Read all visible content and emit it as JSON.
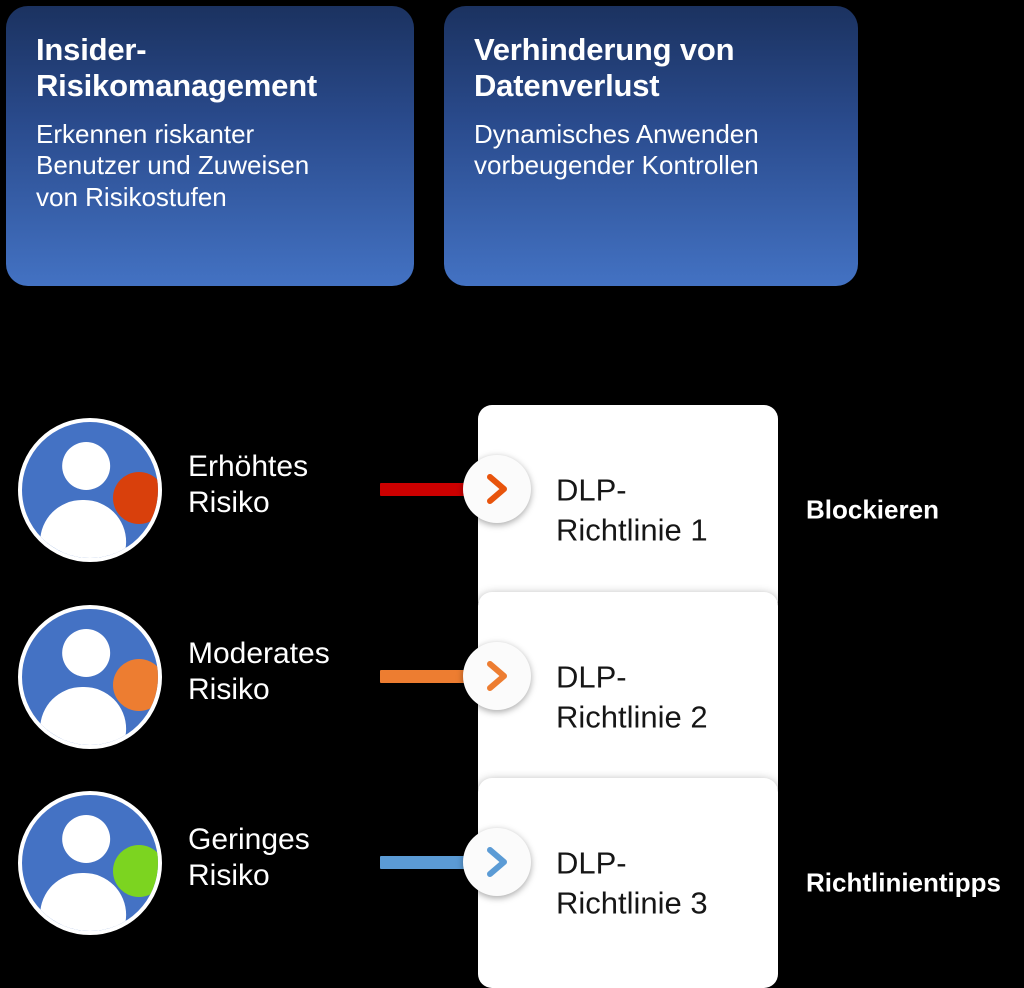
{
  "background_color": "#000000",
  "feature_cards": [
    {
      "id": "insider-risk-management",
      "title": "Insider-\nRisikomanagement",
      "description": "Erkennen riskanter\nBenutzer und Zuweisen\nvon Risikostufen",
      "gradient_top": "#1b3260",
      "gradient_bottom": "#4372c3"
    },
    {
      "id": "data-loss-prevention",
      "title": "Verhinderung von\nDatenverlust",
      "description": "Dynamisches Anwenden\nvorbeugender Kontrollen",
      "gradient_top": "#1b3260",
      "gradient_bottom": "#4372c3"
    }
  ],
  "flow_rows": [
    {
      "id": "high-risk",
      "risk_label": "Erhöhtes\nRisiko",
      "avatar_color": "#4472c4",
      "status_dot_color": "#d9400c",
      "connector_color": "#cc0000",
      "chevron_color": "#e8540c",
      "policy_label": "DLP-\nRichtlinie 1",
      "action_label": "Blockieren"
    },
    {
      "id": "moderate-risk",
      "risk_label": "Moderates\nRisiko",
      "avatar_color": "#4472c4",
      "status_dot_color": "#ed7d31",
      "connector_color": "#ed7d31",
      "chevron_color": "#ed7d31",
      "policy_label": "DLP-\nRichtlinie 2",
      "action_label": ""
    },
    {
      "id": "low-risk",
      "risk_label": "Geringes\nRisiko",
      "avatar_color": "#4472c4",
      "status_dot_color": "#7cd420",
      "connector_color": "#5b9bd5",
      "chevron_color": "#5b9bd5",
      "policy_label": "DLP-\nRichtlinie 3",
      "action_label": "Richtlinientipps"
    }
  ]
}
